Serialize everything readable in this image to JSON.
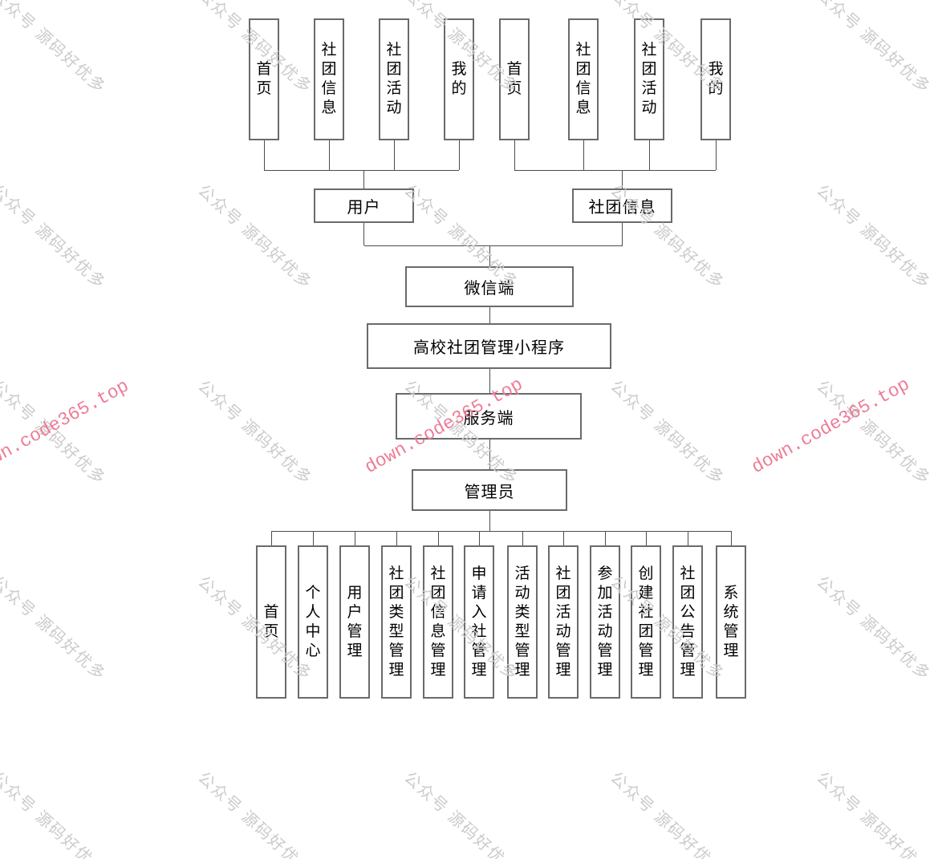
{
  "page": {
    "background": "#ffffff"
  },
  "diagram": {
    "root": {
      "label": "高校社团管理小程序"
    },
    "wechat": {
      "label": "微信端",
      "groups": [
        {
          "parent": "用户",
          "children": [
            "首页",
            "社团信息",
            "社团活动",
            "我的"
          ]
        },
        {
          "parent": "社团信息",
          "children": [
            "首页",
            "社团信息",
            "社团活动",
            "我的"
          ]
        }
      ]
    },
    "server": {
      "label": "服务端",
      "admin": "管理员",
      "modules": [
        "首页",
        "个人中心",
        "用户管理",
        "社团类型管理",
        "社团信息管理",
        "申请入社管理",
        "活动类型管理",
        "社团活动管理",
        "参加活动管理",
        "创建社团管理",
        "社团公告管理",
        "系统管理"
      ]
    },
    "line_color": "#4d4d4d",
    "border_color": "#6a6a6a",
    "text_color": "#000000"
  },
  "watermarks": {
    "gray": {
      "text": "公众号 源码好优多",
      "color": "#cbcbcb"
    },
    "pink": {
      "text": "down.code365.top",
      "color": "#ed7d97"
    }
  }
}
